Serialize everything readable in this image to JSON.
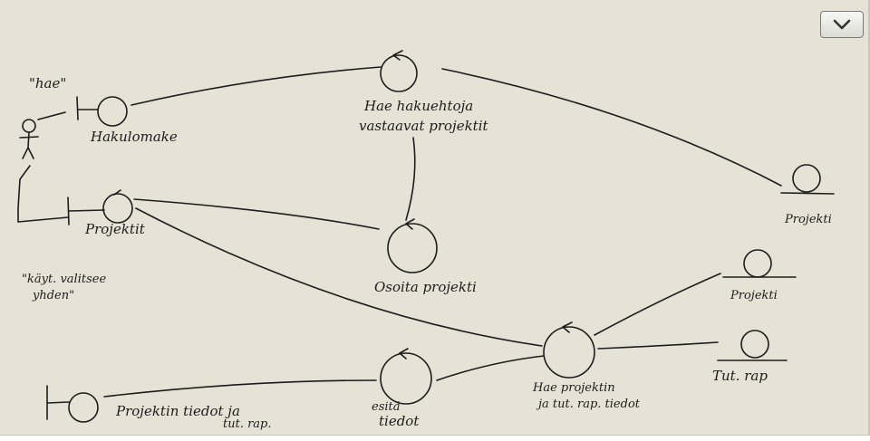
{
  "diagram": {
    "actor_quote": "\"hae\"",
    "actor_note": [
      "\"käyt. valitsee",
      "yhden\""
    ],
    "boundaries": {
      "hakulomake": "Hakulomake",
      "projektit": "Projektit",
      "projektin_tiedot": [
        "Projektin tiedot ja",
        "tut. rap."
      ]
    },
    "controls": {
      "hae_hakuehtoja": [
        "Hae hakuehtoja",
        "vastaavat projektit"
      ],
      "osoita_projekti": "Osoita projekti",
      "esita_tiedot": [
        "esitä",
        "tiedot"
      ],
      "hae_projektin": [
        "Hae projektin",
        "ja tut. rap. tiedot"
      ]
    },
    "entities": {
      "projekti_top": "Projekti",
      "projekti_mid": "Projekti",
      "tut_rap": "Tut. rap"
    }
  },
  "ui": {
    "collapse_icon": "chevron-down-icon"
  }
}
